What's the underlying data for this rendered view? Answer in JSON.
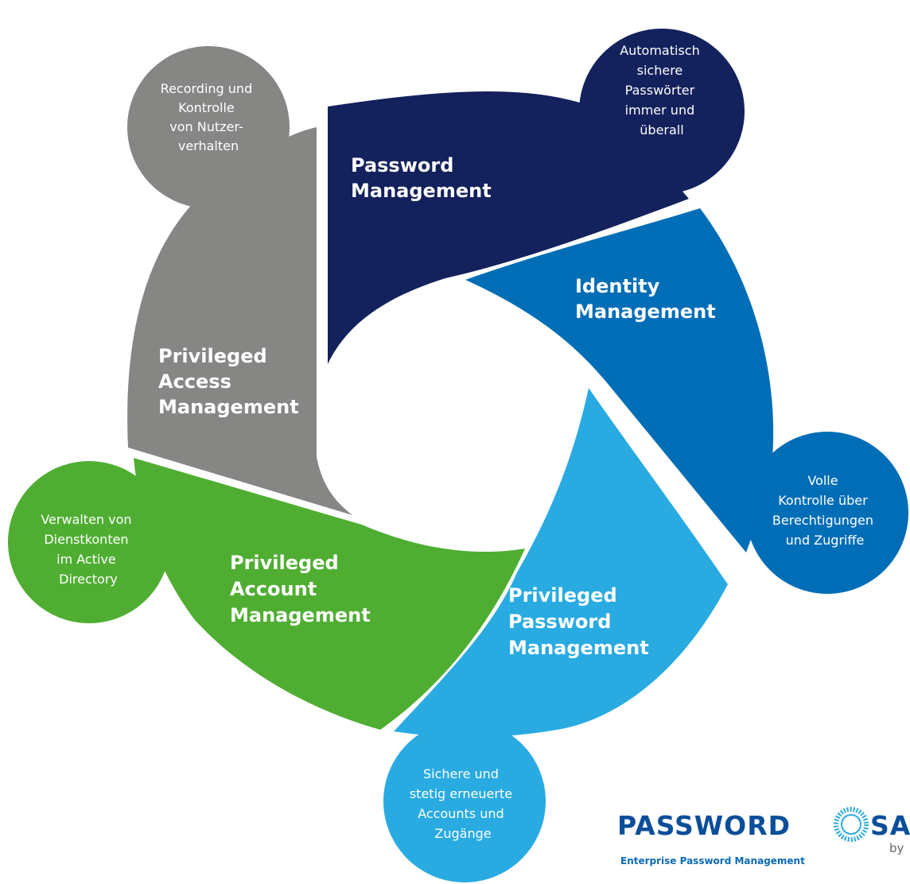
{
  "colors": {
    "password_management": "#13215c",
    "identity_management": "#006eb6",
    "privileged_password_management": "#29abe2",
    "privileged_account_management": "#4fae32",
    "privileged_access_management": "#868685",
    "brand": "#0b4e9a"
  },
  "segments": {
    "password_management": {
      "title": [
        "Password",
        "Management"
      ]
    },
    "identity_management": {
      "title": [
        "Identity",
        "Management"
      ]
    },
    "privileged_password_management": {
      "title": [
        "Privileged",
        "Password",
        "Management"
      ]
    },
    "privileged_account_management": {
      "title": [
        "Privileged",
        "Account",
        "Management"
      ]
    },
    "privileged_access_management": {
      "title": [
        "Privileged",
        "Access",
        "Management"
      ]
    }
  },
  "bubbles": {
    "password_management": [
      "Automatisch",
      "sichere",
      "Passwörter",
      "immer und",
      "überall"
    ],
    "identity_management": [
      "Volle",
      "Kontrolle über",
      "Berechtigungen",
      "und Zugriffe"
    ],
    "privileged_password_management": [
      "Sichere und",
      "stetig erneuerte",
      "Accounts und",
      "Zugänge"
    ],
    "privileged_account_management": [
      "Verwalten von",
      "Dienstkonten",
      "im Active",
      "Directory"
    ],
    "privileged_access_management": [
      "Recording und",
      "Kontrolle",
      "von Nutzer-",
      "verhalten"
    ]
  },
  "brand": {
    "name_part1": "PASSWORD",
    "name_part2": "SA",
    "tagline": "Enterprise Password Management",
    "by": "by"
  }
}
